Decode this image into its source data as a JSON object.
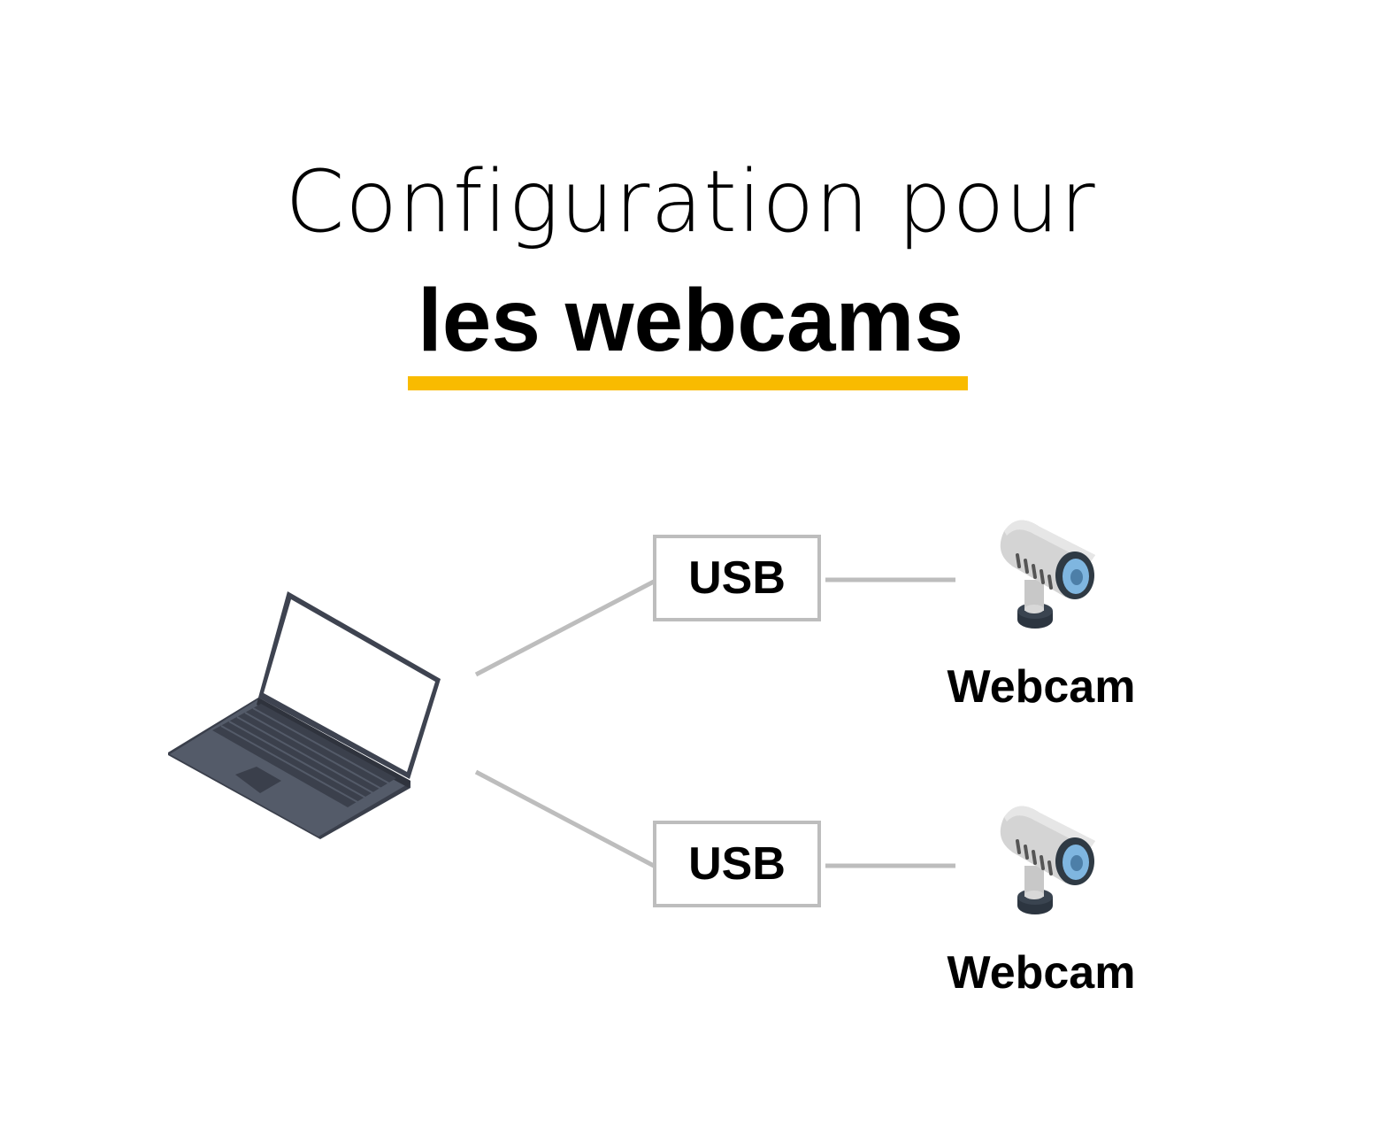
{
  "title": {
    "line1": "Configuration pour",
    "line2": "les webcams"
  },
  "connections": [
    {
      "label": "USB",
      "device": "Webcam"
    },
    {
      "label": "USB",
      "device": "Webcam"
    }
  ],
  "icons": {
    "computer": "laptop-icon",
    "camera": "webcam-icon"
  },
  "colors": {
    "accent": "#f9bb00",
    "line": "#bdbdbd",
    "laptop_body": "#545b69",
    "laptop_dark": "#3a3f4b",
    "camera_body": "#d4d4d4",
    "camera_lens": "#7fb6e0"
  }
}
